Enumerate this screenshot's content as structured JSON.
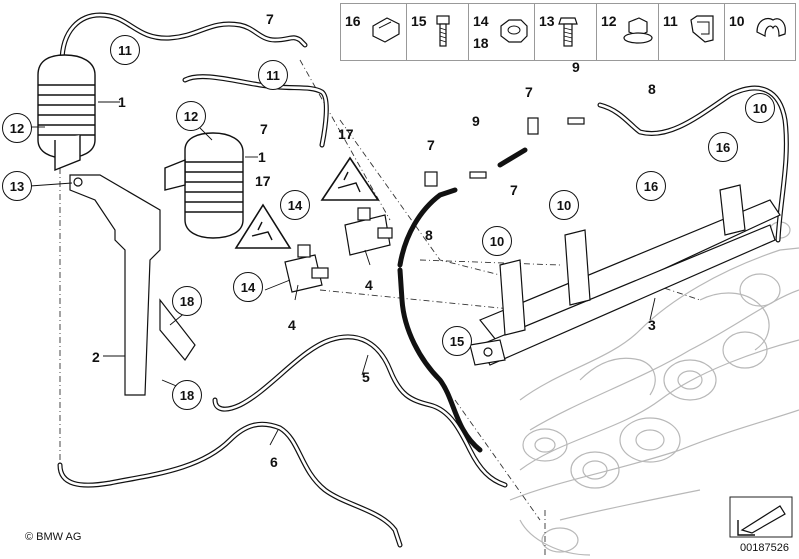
{
  "diagram": {
    "copyright": "© BMW AG",
    "doc_number": "00187526",
    "legend_parts": [
      {
        "num": "16",
        "icon": "clip-icon"
      },
      {
        "num": "15",
        "icon": "bolt-icon"
      },
      {
        "num": "14",
        "num2": "18",
        "icon": "hex-nut-icon"
      },
      {
        "num": "13",
        "icon": "hex-bolt-icon"
      },
      {
        "num": "12",
        "icon": "flange-nut-icon"
      },
      {
        "num": "11",
        "icon": "hose-clip-icon"
      },
      {
        "num": "10",
        "icon": "spring-clip-icon"
      }
    ],
    "callouts": {
      "c11a": "11",
      "c11b": "11",
      "c12a": "12",
      "c12b": "12",
      "c13": "13",
      "c14a": "14",
      "c14b": "14",
      "c15": "15",
      "c16a": "16",
      "c16b": "16",
      "c18a": "18",
      "c18b": "18",
      "c10a": "10",
      "c10b": "10",
      "c10c": "10"
    },
    "labels": {
      "l7a": "7",
      "l7b": "7",
      "l7c": "7",
      "l7d": "7",
      "l7e": "7",
      "l1a": "1",
      "l1b": "1",
      "l2": "2",
      "l3": "3",
      "l4a": "4",
      "l4b": "4",
      "l5": "5",
      "l6": "6",
      "l8a": "8",
      "l8b": "8",
      "l9a": "9",
      "l9b": "9",
      "l17a": "17",
      "l17b": "17"
    }
  }
}
